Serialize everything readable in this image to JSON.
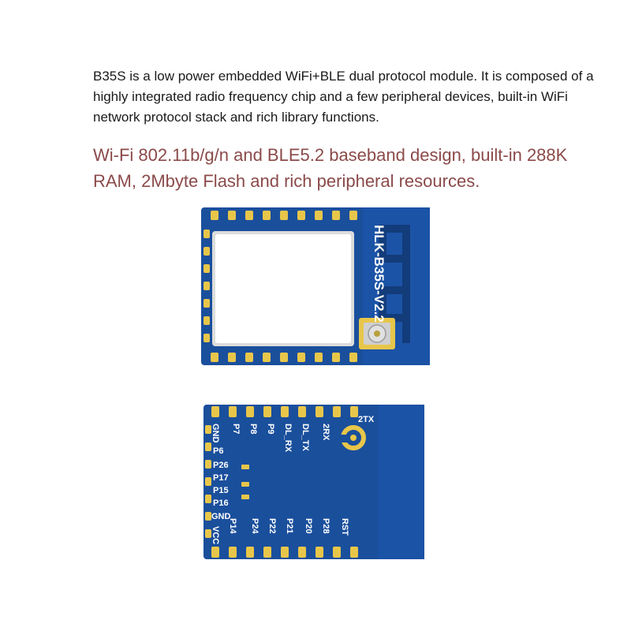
{
  "description": {
    "intro": "B35S is a low power embedded WiFi+BLE dual protocol module. It is composed of a highly integrated radio frequency chip and a few peripheral devices, built-in WiFi network protocol stack and rich library functions.",
    "features": "Wi-Fi 802.11b/g/n and BLE5.2 baseband design, built-in 288K RAM, 2Mbyte Flash and rich peripheral resources."
  },
  "top_module": {
    "silkscreen": "HLK-B35S-V2.2"
  },
  "bottom_module": {
    "labels": {
      "tx2": "2TX",
      "rx2": "2RX",
      "gnd_top": "GND",
      "p7": "P7",
      "p8": "P8",
      "p9": "P9",
      "dl_rx": "DL_RX",
      "dl_tx": "DL_TX",
      "p6": "P6",
      "p26": "P26",
      "p17": "P17",
      "p15": "P15",
      "p16": "P16",
      "gnd_bottom": "GND",
      "vcc": "VCC",
      "p14": "P14",
      "p24": "P24",
      "p22": "P22",
      "p21": "P21",
      "p20": "P20",
      "p28": "P28",
      "rst": "RST"
    }
  },
  "colors": {
    "pcb_blue": "#1a4f9c",
    "pcb_dark": "#123c7a",
    "gold_pad": "#e8c64a",
    "shield_white": "#ffffff",
    "feature_text": "#8b4a4a"
  }
}
